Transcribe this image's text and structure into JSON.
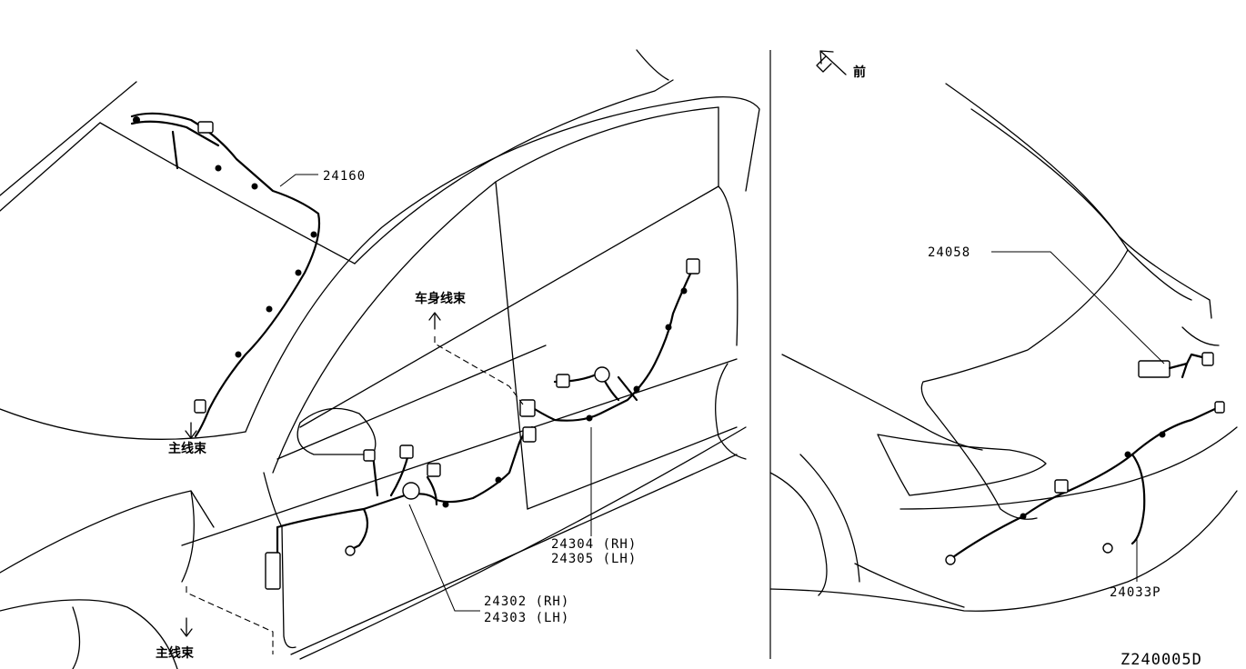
{
  "parts": {
    "p24160": "24160",
    "p24302": "24302 (RH)",
    "p24303": "24303 (LH)",
    "p24304": "24304 (RH)",
    "p24305": "24305 (LH)",
    "p24058": "24058",
    "p24033p": "24033P"
  },
  "labels": {
    "body_harness": "车身线束",
    "main_harness_top": "主线束",
    "main_harness_bottom": "主线束",
    "front": "前"
  },
  "diagram_code": "Z240005D"
}
